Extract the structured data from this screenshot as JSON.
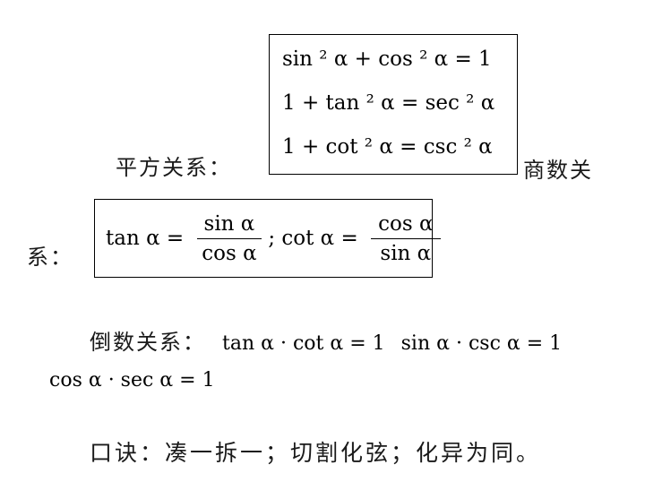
{
  "labels": {
    "square": "平方关系：",
    "quotient_part1": "商数关",
    "quotient_part2": "系：",
    "reciprocal": "倒数关系：",
    "mnemonic": "口诀：凑一拆一；切割化弦；化异为同。"
  },
  "square_box": {
    "line1": "sin ² α + cos ² α = 1",
    "line2": "1 + tan ² α = sec ² α",
    "line3": "1 + cot ² α = csc ² α"
  },
  "quotient_box": {
    "lhs1": "tan α = ",
    "frac1_num": "sin α",
    "frac1_den": "cos α",
    "separator": "; cot α = ",
    "frac2_num": "cos α",
    "frac2_den": "sin α"
  },
  "reciprocal_formulas": {
    "f1": "tan α · cot α = 1",
    "f2": "sin α · csc α = 1",
    "f3": "cos α · sec α = 1"
  }
}
